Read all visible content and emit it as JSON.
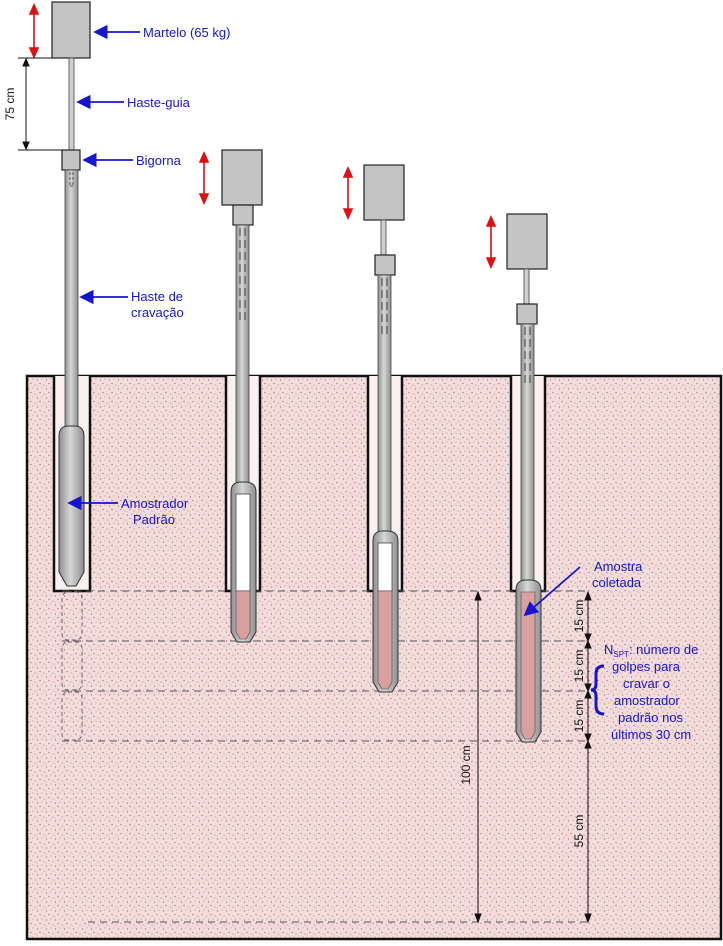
{
  "labels": {
    "hammer": "Martelo (65 kg)",
    "guide_rod": "Haste-guia",
    "anvil": "Bigorna",
    "drive_rod_line1": "Haste de",
    "drive_rod_line2": "cravação",
    "sampler_line1": "Amostrador",
    "sampler_line2": "Padrão",
    "sample_line1": "Amostra",
    "sample_line2": "coletada",
    "nspt_main": "N",
    "nspt_sub": "SPT",
    "nspt_rest": ": número de",
    "nspt_line2": "golpes para",
    "nspt_line3": "cravar o",
    "nspt_line4": "amostrador",
    "nspt_line5": "padrão nos",
    "nspt_line6": "últimos 30 cm"
  },
  "dimensions": {
    "drop_height": "75 cm",
    "increment_1": "15 cm",
    "increment_2": "15 cm",
    "increment_3": "15 cm",
    "total_depth": "100 cm",
    "remaining": "55 cm"
  },
  "colors": {
    "soil": "#f3dcdc",
    "soil_speckle": "#b06060",
    "borehole": "#faf0f0",
    "sample": "#d9a0a0",
    "steel": "#b9b9b9",
    "steel_dark": "#8a8a8a",
    "label_blue": "#1515d0",
    "motion_red": "#dd1111"
  }
}
